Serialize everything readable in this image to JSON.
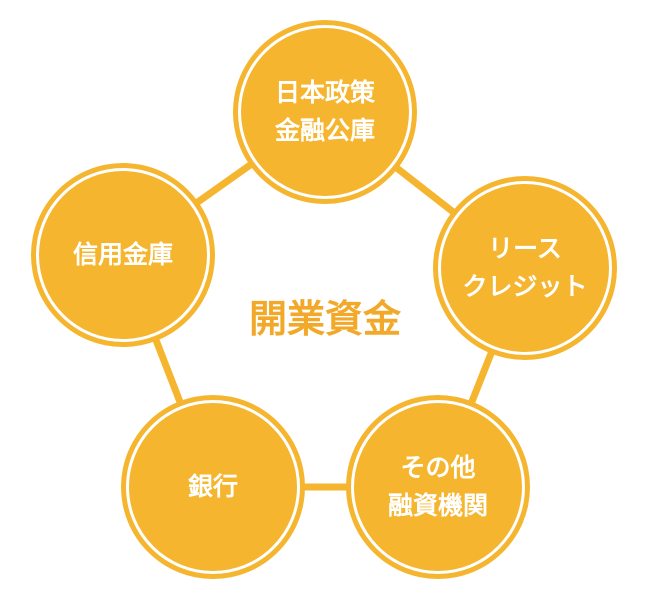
{
  "center_label": "開業資金",
  "nodes": [
    {
      "label": "日本政策\n金融公庫"
    },
    {
      "label": "リース\nクレジット"
    },
    {
      "label": "その他\n融資機関"
    },
    {
      "label": "銀行"
    },
    {
      "label": "信用金庫"
    }
  ],
  "colors": {
    "node": "#F5B52E",
    "center_text": "#F2A92A",
    "ring": "#FFFFFF"
  }
}
